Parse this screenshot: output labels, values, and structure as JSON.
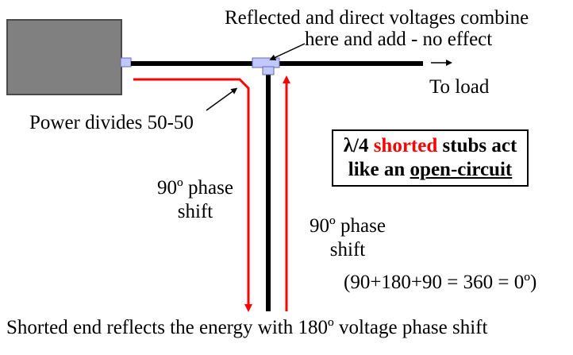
{
  "colors": {
    "line": "#000000",
    "signal_arrow": "#ff0000",
    "generator_fill": "#808080",
    "connector_fill": "#c0c8ff",
    "connector_stroke": "#6a6aa8",
    "highlight_text": "#ff0000"
  },
  "labels": {
    "combine_line1": "Reflected and direct voltages combine",
    "combine_line2": "here and add - no effect",
    "to_load": "To load",
    "power_divides": "Power divides 50-50",
    "phase_left_line1": "90º phase",
    "phase_left_line2": "shift",
    "phase_right_line1": "90º phase",
    "phase_right_line2": "shift",
    "phase_sum": "(90+180+90 = 360 = 0º)",
    "shorted_end": "Shorted end reflects the energy with 180º voltage phase shift"
  },
  "note_box": {
    "prefix": "λ/4 ",
    "highlight": "shorted",
    "suffix": " stubs act",
    "line2_prefix": "like an ",
    "line2_underlined": "open-circuit"
  }
}
